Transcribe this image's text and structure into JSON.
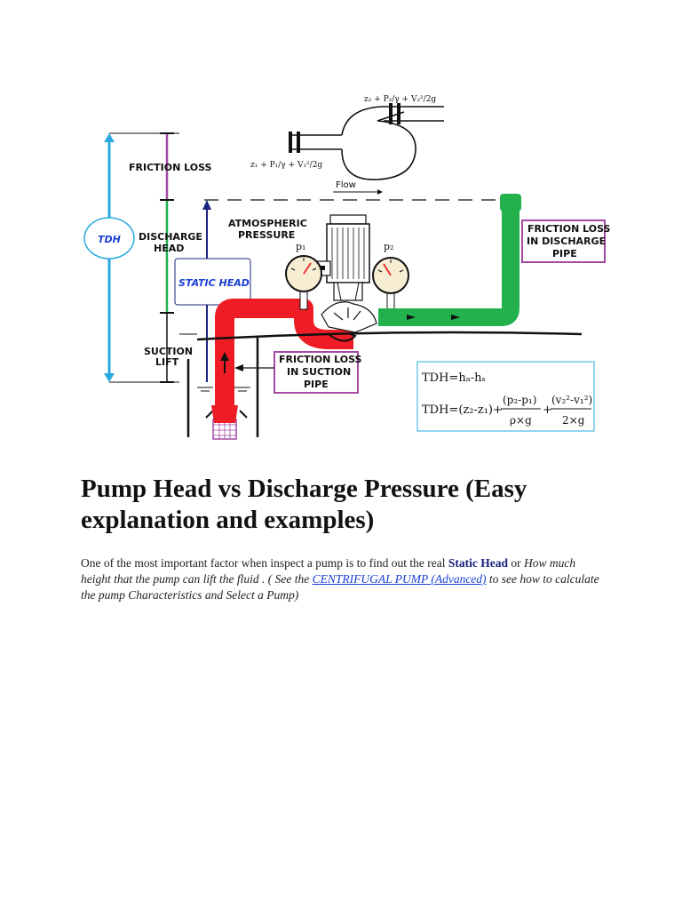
{
  "diagram": {
    "equation_outlet": "z₂ + P₂/γ + V₂²/2g",
    "equation_inlet": "z₁ + P₁/γ + V₁²/2g",
    "flow": "Flow",
    "friction_loss": "FRICTION LOSS",
    "tdh": "TDH",
    "discharge_head": [
      "DISCHARGE",
      "HEAD"
    ],
    "static_head": "STATIC HEAD",
    "atmospheric_pressure": [
      "ATMOSPHERIC",
      "PRESSURE"
    ],
    "p1": "p₁",
    "p2": "p₂",
    "friction_loss_discharge": [
      "FRICTION LOSS",
      "IN DISCHARGE",
      "PIPE"
    ],
    "suction_lift": [
      "SUCTION",
      "LIFT"
    ],
    "friction_loss_suction": [
      "FRICTION LOSS",
      "IN SUCTION",
      "PIPE"
    ],
    "formula_line1": "TDH=hₐ-hₛ",
    "formula_line2_prefix": "TDH=(z₂-z₁)+",
    "formula_frac1_num": "(p₂-p₁)",
    "formula_frac1_den": "ρ×g",
    "formula_frac2_num": "(v₂²-v₁²)",
    "formula_frac2_den": "2×g",
    "colors": {
      "suction_pipe": "#ee1c24",
      "discharge_pipe": "#22b14c",
      "tdh_arrow": "#29a8e0",
      "discharge_head_line": "#22b14c",
      "friction_loss_line": "#a349a4",
      "static_head_line": "#1a237e",
      "label_box_border": "#a349a4"
    }
  },
  "article": {
    "title": "Pump Head vs Discharge Pressure (Easy explanation and examples)",
    "p1_a": "One of the most important factor when inspect a pump is to find out the real ",
    "p1_strong": "Static Head",
    "p1_b": " or ",
    "p1_em": "How much height that the pump can lift the fluid . ( See the ",
    "p1_link": "CENTRIFUGAL PUMP (Advanced)",
    "p1_c": " to see how to calculate the pump Characteristics and Select a Pump)"
  }
}
